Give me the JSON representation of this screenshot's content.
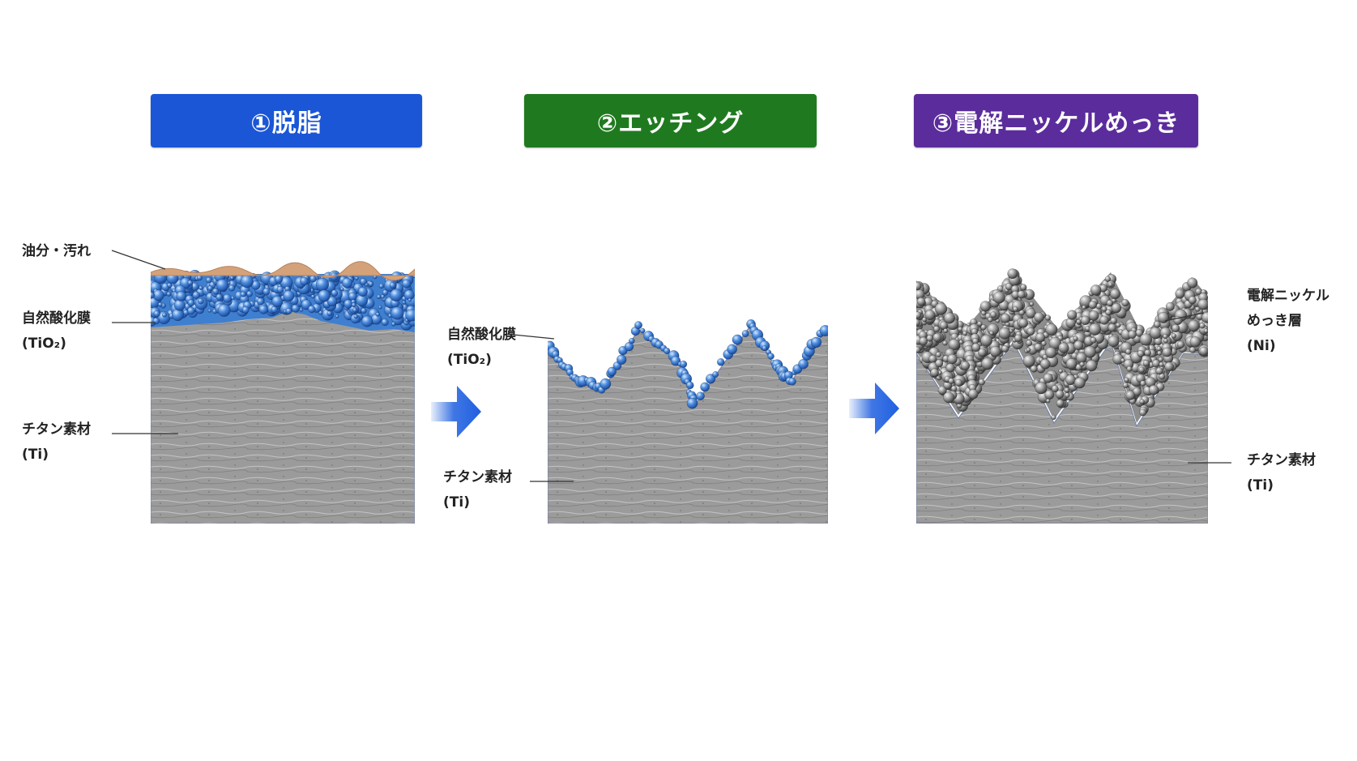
{
  "steps": [
    {
      "title": "①脱脂",
      "color": "#1a56d6"
    },
    {
      "title": "②エッチング",
      "color": "#1f7a1f"
    },
    {
      "title": "③電解ニッケルめっき",
      "color": "#5b2c9c"
    }
  ],
  "panel1": {
    "oil_label": "油分・汚れ",
    "oxide_label": "自然酸化膜",
    "oxide_formula": "(TiO₂)",
    "base_label": "チタン素材",
    "base_formula": "(Ti)"
  },
  "panel2": {
    "oxide_label": "自然酸化膜",
    "oxide_formula": "(TiO₂)",
    "base_label": "チタン素材",
    "base_formula": "(Ti)"
  },
  "panel3": {
    "nickel_label_1": "電解ニッケル",
    "nickel_label_2": "めっき層",
    "nickel_formula": "(Ni)",
    "base_label": "チタン素材",
    "base_formula": "(Ti)"
  },
  "colors": {
    "titanium": "#9a9a9a",
    "oxide": "#3f7fd0",
    "oil": "#d4a27a",
    "nickel": "#8d8d8d",
    "arrow": "#1f5fe0"
  },
  "icons": [
    "arrow-right-icon"
  ]
}
